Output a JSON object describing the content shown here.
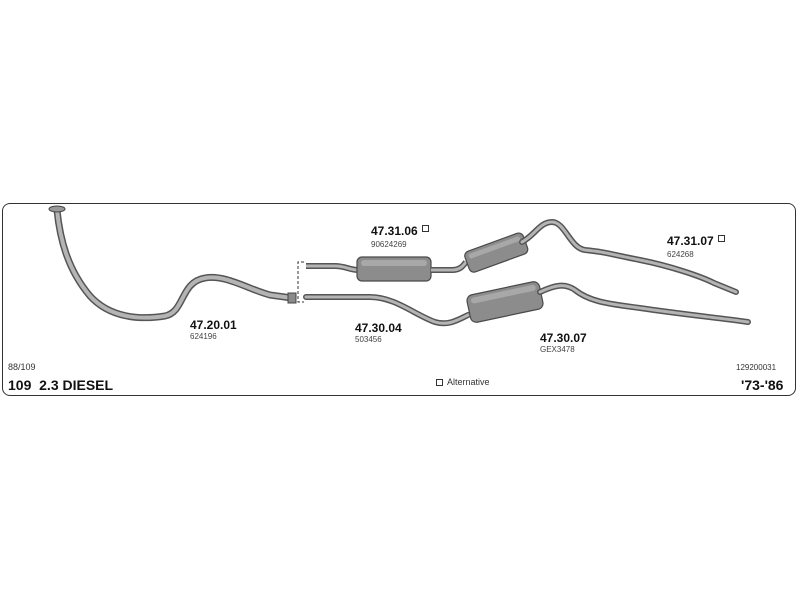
{
  "parts": [
    {
      "code": "47.20.01",
      "oe": "624196",
      "alternative": false
    },
    {
      "code": "47.31.06",
      "oe": "90624269",
      "alternative": true
    },
    {
      "code": "47.30.04",
      "oe": "503456",
      "alternative": false
    },
    {
      "code": "47.31.07",
      "oe": "624268",
      "alternative": true
    },
    {
      "code": "47.30.07",
      "oe": "GEX3478",
      "alternative": false
    }
  ],
  "footer": {
    "model_range": "88/109",
    "model": "109",
    "engine": "2.3 DIESEL",
    "legend": "Alternative",
    "diagram_number": "129200031",
    "years": "'73-'86"
  },
  "colors": {
    "pipe": "#9a9a9a",
    "pipe_edge": "#555555",
    "muffler": "#8c8c8c",
    "muffler_edge": "#4a4a4a",
    "frame": "#333333"
  }
}
